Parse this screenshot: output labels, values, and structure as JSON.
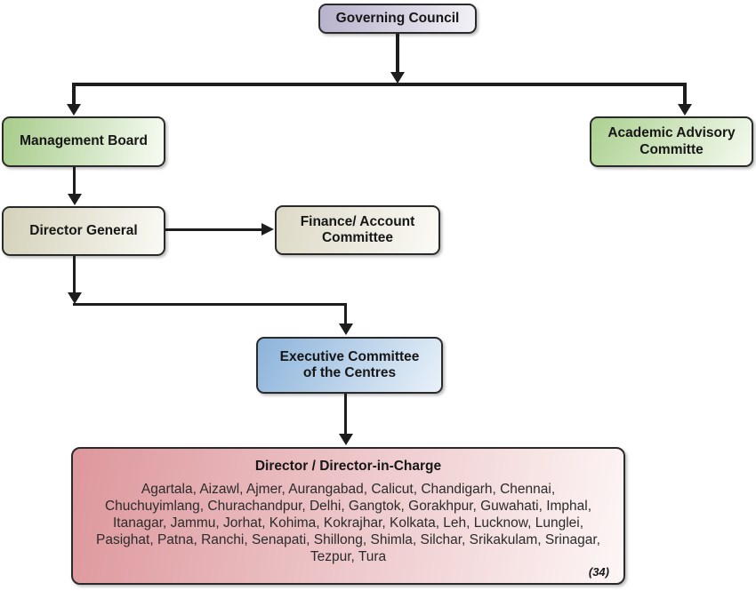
{
  "diagram": {
    "type": "org-chart",
    "nodes": {
      "governing_council": {
        "label": "Governing Council"
      },
      "management_board": {
        "label": "Management Board"
      },
      "academic_advisory": {
        "label": "Academic Advisory\nCommitte"
      },
      "director_general": {
        "label": "Director General"
      },
      "finance_account": {
        "label": "Finance/ Account\nCommittee"
      },
      "executive_committee": {
        "label": "Executive Committee\nof the Centres"
      },
      "directors": {
        "title": "Director / Director-in-Charge",
        "centres": "Agartala, Aizawl, Ajmer, Aurangabad, Calicut, Chandigarh, Chennai,\nChuchuyimlang, Churachandpur, Delhi, Gangtok, Gorakhpur, Guwahati, Imphal,\nItanagar, Jammu, Jorhat, Kohima, Kokrajhar, Kolkata, Leh, Lucknow, Lunglei,\nPasighat, Patna, Ranchi, Senapati, Shillong, Shimla, Silchar, Srikakulam, Srinagar,\nTezpur, Tura",
        "count": "(34)"
      }
    },
    "edges": [
      "governing_council -> management_board",
      "governing_council -> academic_advisory",
      "management_board -> director_general",
      "director_general -> finance_account",
      "director_general -> executive_committee",
      "executive_committee -> directors"
    ],
    "colors": {
      "governing": [
        "#b7b1cb",
        "#f3f1f7"
      ],
      "board": [
        "#a7cc8b",
        "#f7fbf3"
      ],
      "advisory": [
        "#abd08f",
        "#f5faf0"
      ],
      "director_general": [
        "#d4d1ba",
        "#faf9f4"
      ],
      "finance": [
        "#dcd9c6",
        "#fbfaf6"
      ],
      "executive": [
        "#8bb3da",
        "#e9f1f9"
      ],
      "director": [
        "#dd979c",
        "#fdf6f6"
      ],
      "line": "#1d1d1d",
      "border": "#2a2a2a"
    }
  }
}
